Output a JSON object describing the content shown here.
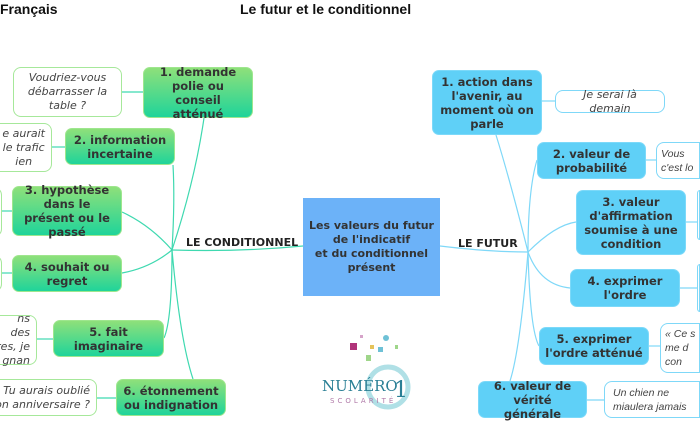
{
  "header": {
    "subject": "Français",
    "title": "Le futur et le conditionnel"
  },
  "center": {
    "text": "Les valeurs du futur\nde l'indicatif\net du conditionnel\nprésent"
  },
  "conditionnel": {
    "label": "LE CONDITIONNEL",
    "color": "#2ed69a",
    "nodes": [
      {
        "text": "1. demande polie ou  conseil atténué",
        "example": "Voudriez-vous\ndébarrasser la\ntable ?"
      },
      {
        "text": "2. information incertaine",
        "example": "e aurait\nle trafic\nien"
      },
      {
        "text": "3. hypothèse dans le présent ou le passé",
        "example": ""
      },
      {
        "text": "4. souhait ou regret",
        "example": ""
      },
      {
        "text": "5. fait imaginaire",
        "example": "ns des\nres, je\ngnan"
      },
      {
        "text": "6. étonnement ou indignation",
        "example": "Tu aurais oublié\non anniversaire ?"
      }
    ]
  },
  "futur": {
    "label": "LE FUTUR",
    "color": "#5fd0f7",
    "nodes": [
      {
        "text": "1. action dans l'avenir, au moment où on parle",
        "example": "Je serai là demain"
      },
      {
        "text": "2. valeur de probabilité",
        "example": "Vous\nc'est lo"
      },
      {
        "text": "3. valeur d'affirmation soumise à une condition",
        "example": ""
      },
      {
        "text": "4. exprimer l'ordre",
        "example": ""
      },
      {
        "text": "5. exprimer l'ordre atténué",
        "example": "« Ce s\nme d\ncon"
      },
      {
        "text": "6. valeur de vérité générale",
        "example": "Un chien ne\nmiaulera jamais"
      }
    ]
  },
  "logo": {
    "text": "NUMÉRO 1 SCOLARITÉ"
  }
}
